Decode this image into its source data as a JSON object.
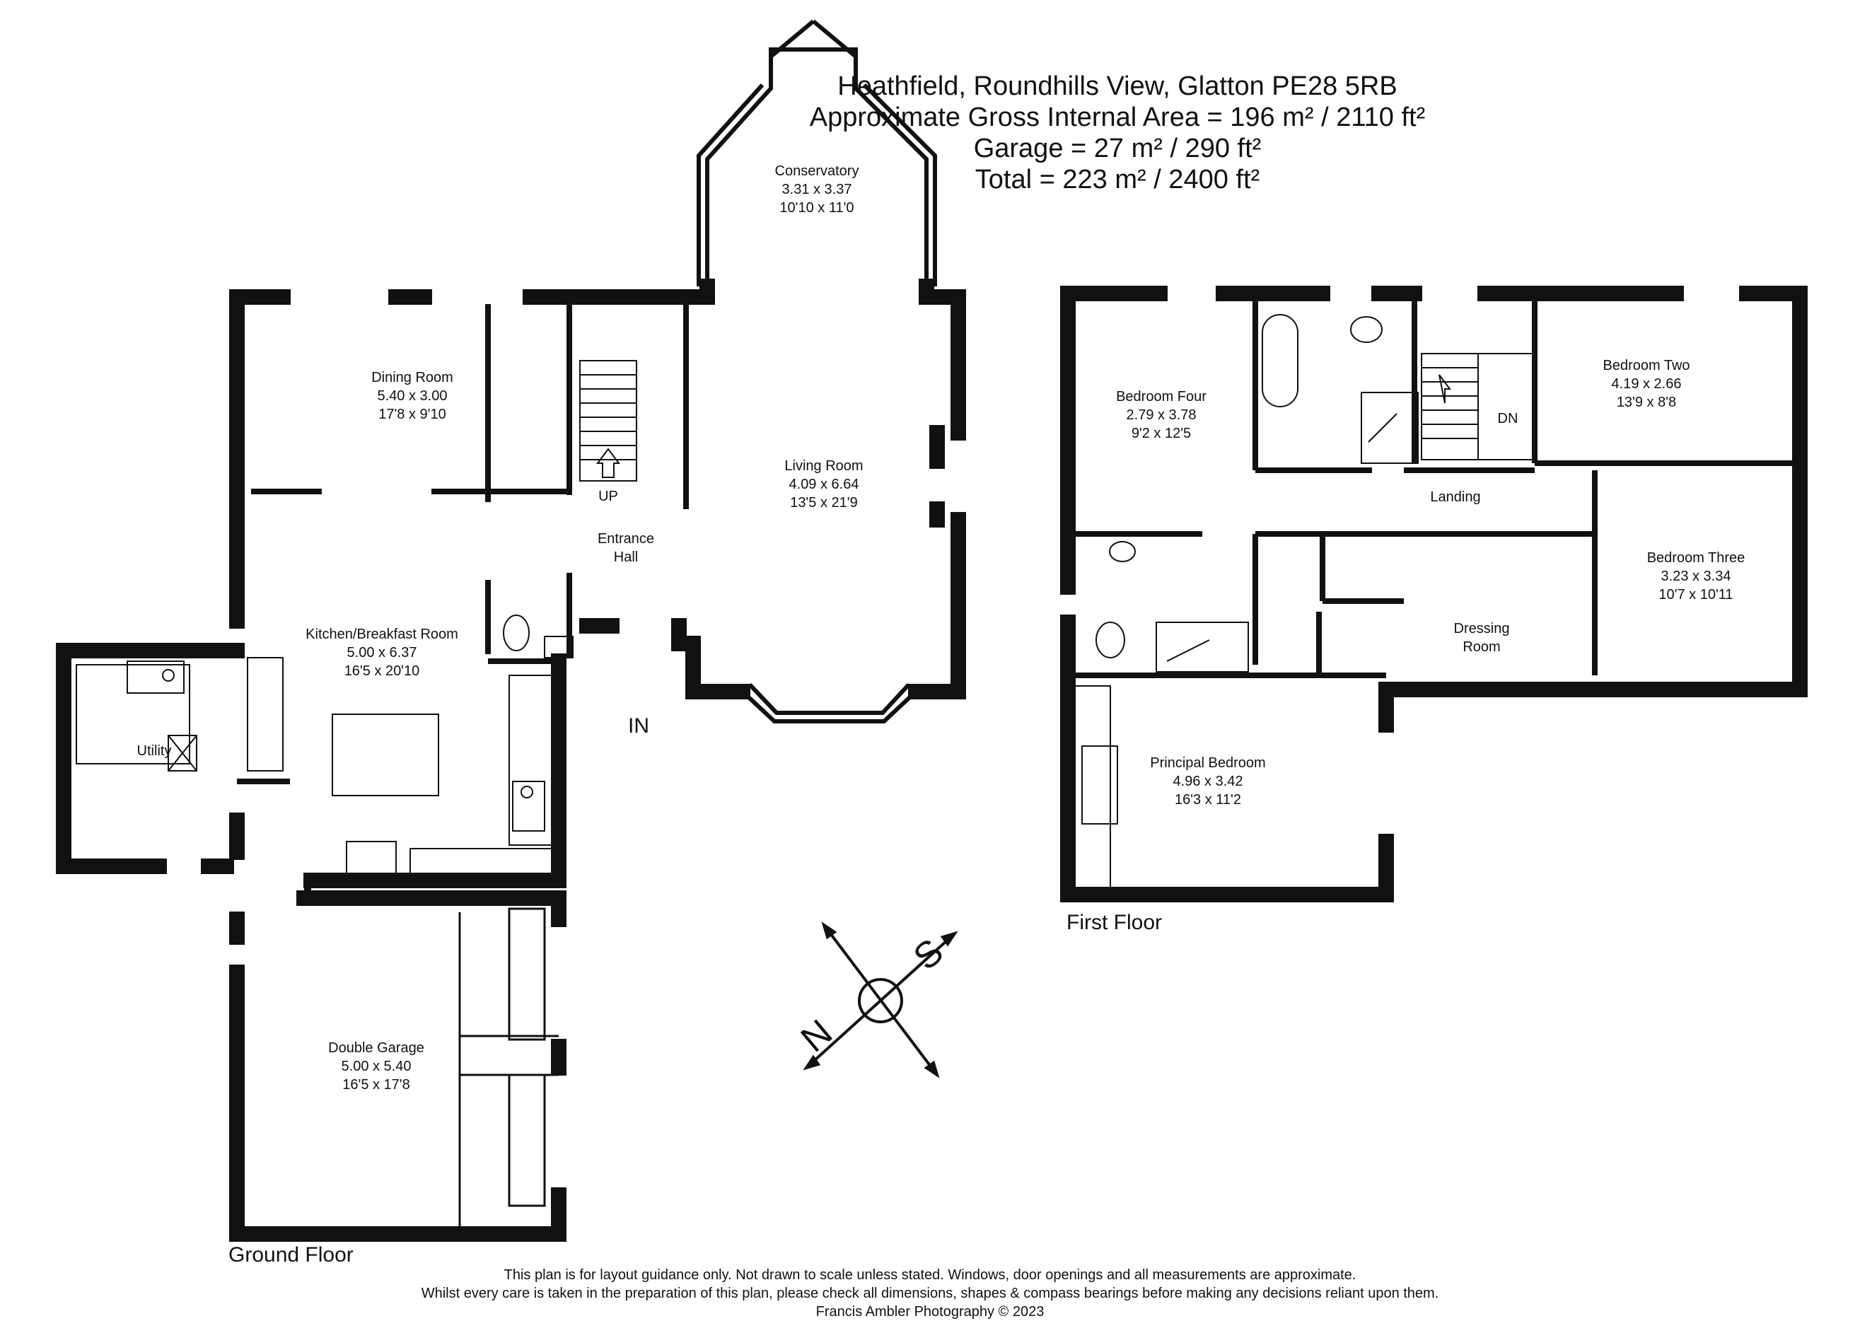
{
  "header": {
    "address": "Heathfield, Roundhills View, Glatton PE28 5RB",
    "gia": "Approximate Gross Internal Area = 196 m² / 2110 ft²",
    "garage": "Garage = 27 m² / 290 ft²",
    "total": "Total = 223 m² / 2400 ft²"
  },
  "ground_floor": {
    "label": "Ground Floor",
    "rooms": [
      {
        "name": "Conservatory",
        "metric": "3.31 x 3.37",
        "imperial": "10'10 x 11'0"
      },
      {
        "name": "Dining Room",
        "metric": "5.40 x 3.00",
        "imperial": "17'8 x 9'10"
      },
      {
        "name": "Living Room",
        "metric": "4.09 x 6.64",
        "imperial": "13'5 x 21'9"
      },
      {
        "name": "Entrance",
        "metric": "Hall",
        "imperial": ""
      },
      {
        "name": "Kitchen/Breakfast Room",
        "metric": "5.00 x 6.37",
        "imperial": "16'5 x 20'10"
      },
      {
        "name": "Utility",
        "metric": "",
        "imperial": ""
      },
      {
        "name": "Double Garage",
        "metric": "5.00 x 5.40",
        "imperial": "16'5 x 17'8"
      }
    ],
    "stairs_label": "UP",
    "entry_label": "IN"
  },
  "first_floor": {
    "label": "First Floor",
    "rooms": [
      {
        "name": "Bedroom Four",
        "metric": "2.79 x 3.78",
        "imperial": "9'2 x 12'5"
      },
      {
        "name": "Bedroom Two",
        "metric": "4.19 x 2.66",
        "imperial": "13'9 x 8'8"
      },
      {
        "name": "Landing",
        "metric": "",
        "imperial": ""
      },
      {
        "name": "Bedroom Three",
        "metric": "3.23 x 3.34",
        "imperial": "10'7 x 10'11"
      },
      {
        "name": "Dressing",
        "metric": "Room",
        "imperial": ""
      },
      {
        "name": "Principal Bedroom",
        "metric": "4.96 x 3.42",
        "imperial": "16'3 x 11'2"
      }
    ],
    "stairs_label": "DN"
  },
  "compass": {
    "n": "N",
    "s": "S"
  },
  "disclaimer": {
    "line1": "This plan is for layout guidance only. Not drawn to scale unless stated. Windows, door openings and all measurements are approximate.",
    "line2": "Whilst every care is taken in the preparation of this plan, please check all dimensions, shapes & compass bearings before making any decisions reliant upon them.",
    "line3": "Francis Ambler Photography © 2023"
  }
}
